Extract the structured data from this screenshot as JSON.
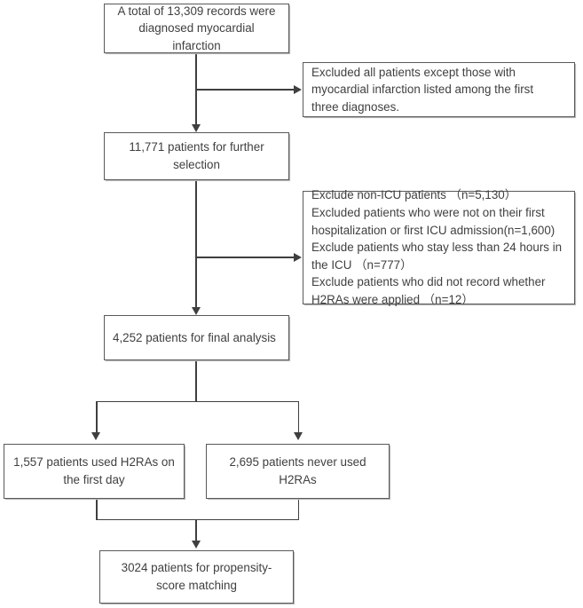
{
  "figure": {
    "type": "flowchart",
    "title": "Patient selection flow diagram",
    "nodes": {
      "total_records": "A total of 13,309 records were\ndiagnosed  myocardial\ninfarction",
      "exclusion_first": "Excluded all patients except those with\nmyocardial infarction listed among the first\nthree diagnoses.",
      "further_selection": "11,771 patients for further\nselection",
      "exclusion_second": "Exclude non-ICU patients （n=5,130）\nExcluded patients who were not on their first\nhospitalization or first ICU admission(n=1,600)\nExclude patients who stay less than 24 hours in\nthe ICU （n=777）\nExclude patients who did not record whether\nH2RAs were applied （n=12）",
      "final_analysis": "4,252 patients for final analysis",
      "used_h2ras": "1,557 patients used H2RAs on\nthe first day",
      "never_used_h2ras": "2,695 patients never used\nH2RAs",
      "propensity_matching": "3024 patients for propensity-\nscore matching"
    },
    "colors": {
      "text": "#3f3f3f",
      "border": "#595959",
      "connector": "#3f3f3f",
      "background": "#ffffff"
    }
  }
}
